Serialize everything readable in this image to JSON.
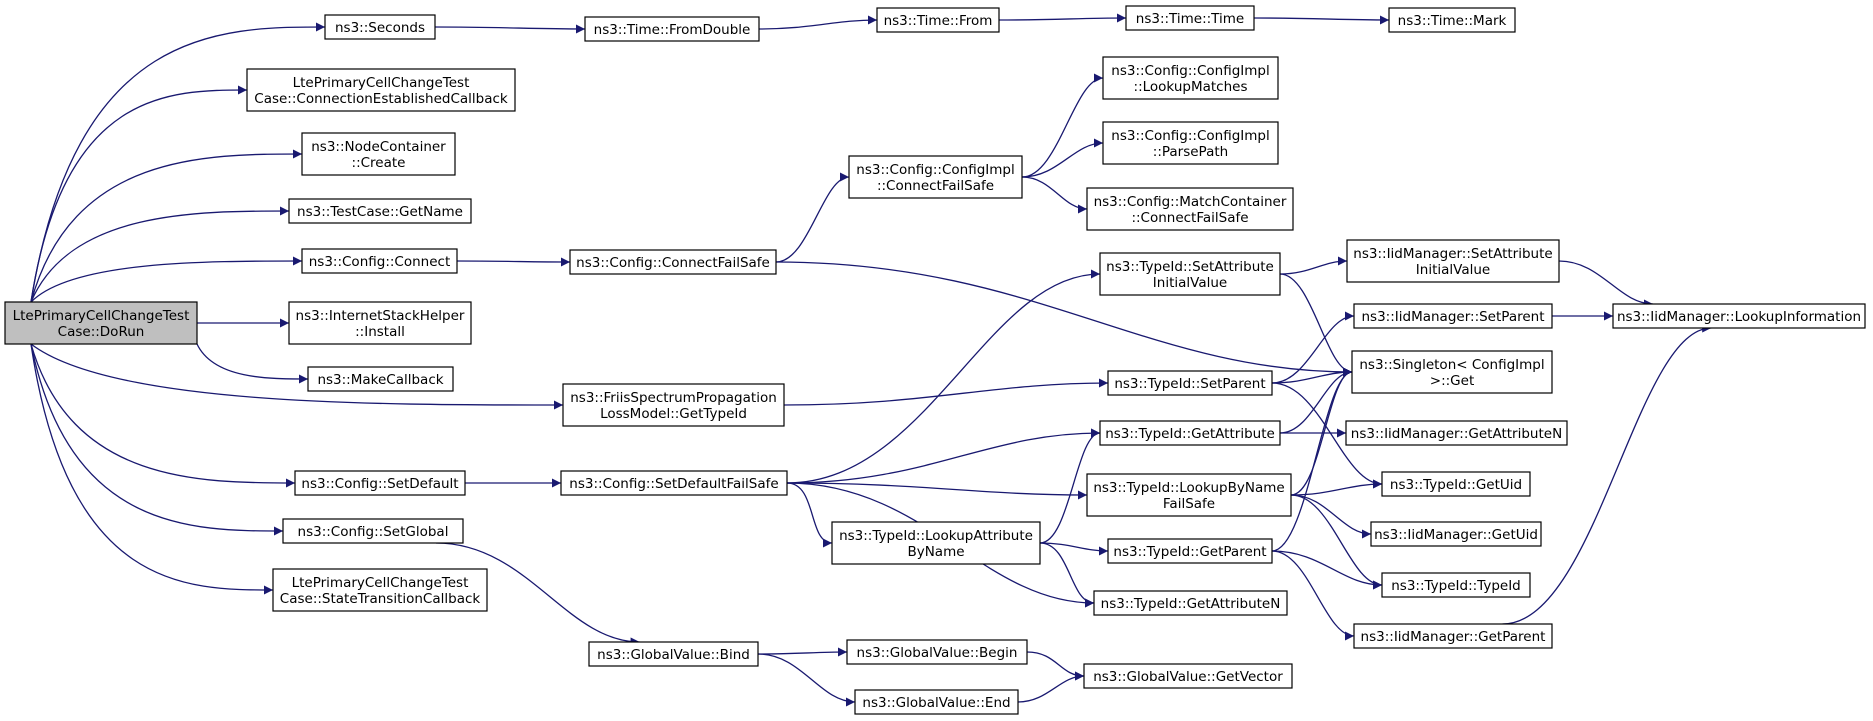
{
  "graph": {
    "colors": {
      "edge": "#191970",
      "node_fill": "#ffffff",
      "root_fill": "#bfbfbf",
      "node_border": "#000000"
    },
    "nodes": [
      {
        "id": "root",
        "lines": [
          "LtePrimaryCellChangeTest",
          "Case::DoRun"
        ],
        "root": true
      },
      {
        "id": "seconds",
        "lines": [
          "ns3::Seconds"
        ]
      },
      {
        "id": "fromdouble",
        "lines": [
          "ns3::Time::FromDouble"
        ]
      },
      {
        "id": "from",
        "lines": [
          "ns3::Time::From"
        ]
      },
      {
        "id": "time",
        "lines": [
          "ns3::Time::Time"
        ]
      },
      {
        "id": "mark",
        "lines": [
          "ns3::Time::Mark"
        ]
      },
      {
        "id": "connestab",
        "lines": [
          "LtePrimaryCellChangeTest",
          "Case::ConnectionEstablishedCallback"
        ]
      },
      {
        "id": "nodecreate",
        "lines": [
          "ns3::NodeContainer",
          "::Create"
        ]
      },
      {
        "id": "getname",
        "lines": [
          "ns3::TestCase::GetName"
        ]
      },
      {
        "id": "cfgconnect",
        "lines": [
          "ns3::Config::Connect"
        ]
      },
      {
        "id": "install",
        "lines": [
          "ns3::InternetStackHelper",
          "::Install"
        ]
      },
      {
        "id": "makecb",
        "lines": [
          "ns3::MakeCallback"
        ]
      },
      {
        "id": "setdefault",
        "lines": [
          "ns3::Config::SetDefault"
        ]
      },
      {
        "id": "setglobal",
        "lines": [
          "ns3::Config::SetGlobal"
        ]
      },
      {
        "id": "statetrans",
        "lines": [
          "LtePrimaryCellChangeTest",
          "Case::StateTransitionCallback"
        ]
      },
      {
        "id": "cfgconnectfs",
        "lines": [
          "ns3::Config::ConnectFailSafe"
        ]
      },
      {
        "id": "friis",
        "lines": [
          "ns3::FriisSpectrumPropagation",
          "LossModel::GetTypeId"
        ]
      },
      {
        "id": "setdefaultfs",
        "lines": [
          "ns3::Config::SetDefaultFailSafe"
        ]
      },
      {
        "id": "gvbind",
        "lines": [
          "ns3::GlobalValue::Bind"
        ]
      },
      {
        "id": "implconnectfs",
        "lines": [
          "ns3::Config::ConfigImpl",
          "::ConnectFailSafe"
        ]
      },
      {
        "id": "lookupmatches",
        "lines": [
          "ns3::Config::ConfigImpl",
          "::LookupMatches"
        ]
      },
      {
        "id": "parsepath",
        "lines": [
          "ns3::Config::ConfigImpl",
          "::ParsePath"
        ]
      },
      {
        "id": "matchconnect",
        "lines": [
          "ns3::Config::MatchContainer",
          "::ConnectFailSafe"
        ]
      },
      {
        "id": "lookupattr",
        "lines": [
          "ns3::TypeId::LookupAttribute",
          "ByName"
        ]
      },
      {
        "id": "gvbegin",
        "lines": [
          "ns3::GlobalValue::Begin"
        ]
      },
      {
        "id": "gvend",
        "lines": [
          "ns3::GlobalValue::End"
        ]
      },
      {
        "id": "gvgetvector",
        "lines": [
          "ns3::GlobalValue::GetVector"
        ]
      },
      {
        "id": "setattrinit",
        "lines": [
          "ns3::TypeId::SetAttribute",
          "InitialValue"
        ]
      },
      {
        "id": "tsetparent",
        "lines": [
          "ns3::TypeId::SetParent"
        ]
      },
      {
        "id": "tgetattr",
        "lines": [
          "ns3::TypeId::GetAttribute"
        ]
      },
      {
        "id": "lookupbyname",
        "lines": [
          "ns3::TypeId::LookupByName",
          "FailSafe"
        ]
      },
      {
        "id": "tgetparent",
        "lines": [
          "ns3::TypeId::GetParent"
        ]
      },
      {
        "id": "tgetattrn",
        "lines": [
          "ns3::TypeId::GetAttributeN"
        ]
      },
      {
        "id": "iidsetattr",
        "lines": [
          "ns3::IidManager::SetAttribute",
          "InitialValue"
        ]
      },
      {
        "id": "iidsetparent",
        "lines": [
          "ns3::IidManager::SetParent"
        ]
      },
      {
        "id": "singleton",
        "lines": [
          "ns3::Singleton< ConfigImpl",
          " >::Get"
        ]
      },
      {
        "id": "iidgetattrn",
        "lines": [
          "ns3::IidManager::GetAttributeN"
        ]
      },
      {
        "id": "tgetuid",
        "lines": [
          "ns3::TypeId::GetUid"
        ]
      },
      {
        "id": "iidgetuid",
        "lines": [
          "ns3::IidManager::GetUid"
        ]
      },
      {
        "id": "ttypeid",
        "lines": [
          "ns3::TypeId::TypeId"
        ]
      },
      {
        "id": "iidgetparent",
        "lines": [
          "ns3::IidManager::GetParent"
        ]
      },
      {
        "id": "iidlookupinfo",
        "lines": [
          "ns3::IidManager::LookupInformation"
        ]
      }
    ],
    "edges": [
      [
        "root",
        "seconds"
      ],
      [
        "root",
        "connestab"
      ],
      [
        "root",
        "nodecreate"
      ],
      [
        "root",
        "getname"
      ],
      [
        "root",
        "cfgconnect"
      ],
      [
        "root",
        "install"
      ],
      [
        "root",
        "makecb"
      ],
      [
        "root",
        "friis"
      ],
      [
        "root",
        "setdefault"
      ],
      [
        "root",
        "setglobal"
      ],
      [
        "root",
        "statetrans"
      ],
      [
        "seconds",
        "fromdouble"
      ],
      [
        "fromdouble",
        "from"
      ],
      [
        "from",
        "time"
      ],
      [
        "time",
        "mark"
      ],
      [
        "cfgconnect",
        "cfgconnectfs"
      ],
      [
        "cfgconnectfs",
        "implconnectfs"
      ],
      [
        "cfgconnectfs",
        "singleton"
      ],
      [
        "implconnectfs",
        "lookupmatches"
      ],
      [
        "implconnectfs",
        "parsepath"
      ],
      [
        "implconnectfs",
        "matchconnect"
      ],
      [
        "friis",
        "tsetparent"
      ],
      [
        "setdefault",
        "setdefaultfs"
      ],
      [
        "setdefaultfs",
        "setattrinit"
      ],
      [
        "setdefaultfs",
        "tgetattr"
      ],
      [
        "setdefaultfs",
        "lookupbyname"
      ],
      [
        "setdefaultfs",
        "lookupattr"
      ],
      [
        "setdefaultfs",
        "tgetattrn"
      ],
      [
        "setglobal",
        "gvbind"
      ],
      [
        "gvbind",
        "gvbegin"
      ],
      [
        "gvbind",
        "gvend"
      ],
      [
        "gvbegin",
        "gvgetvector"
      ],
      [
        "gvend",
        "gvgetvector"
      ],
      [
        "lookupattr",
        "tgetattr"
      ],
      [
        "lookupattr",
        "tgetparent"
      ],
      [
        "lookupattr",
        "tgetattrn"
      ],
      [
        "setattrinit",
        "iidsetattr"
      ],
      [
        "setattrinit",
        "singleton"
      ],
      [
        "iidsetattr",
        "iidlookupinfo"
      ],
      [
        "iidsetparent",
        "iidlookupinfo"
      ],
      [
        "iidgetparent",
        "iidlookupinfo"
      ],
      [
        "tsetparent",
        "iidsetparent"
      ],
      [
        "tsetparent",
        "singleton"
      ],
      [
        "tsetparent",
        "tgetuid"
      ],
      [
        "tgetattr",
        "singleton"
      ],
      [
        "tgetattr",
        "iidgetattrn"
      ],
      [
        "lookupbyname",
        "singleton"
      ],
      [
        "lookupbyname",
        "tgetuid"
      ],
      [
        "lookupbyname",
        "iidgetuid"
      ],
      [
        "lookupbyname",
        "ttypeid"
      ],
      [
        "tgetparent",
        "singleton"
      ],
      [
        "tgetparent",
        "ttypeid"
      ],
      [
        "tgetparent",
        "iidgetparent"
      ]
    ]
  }
}
